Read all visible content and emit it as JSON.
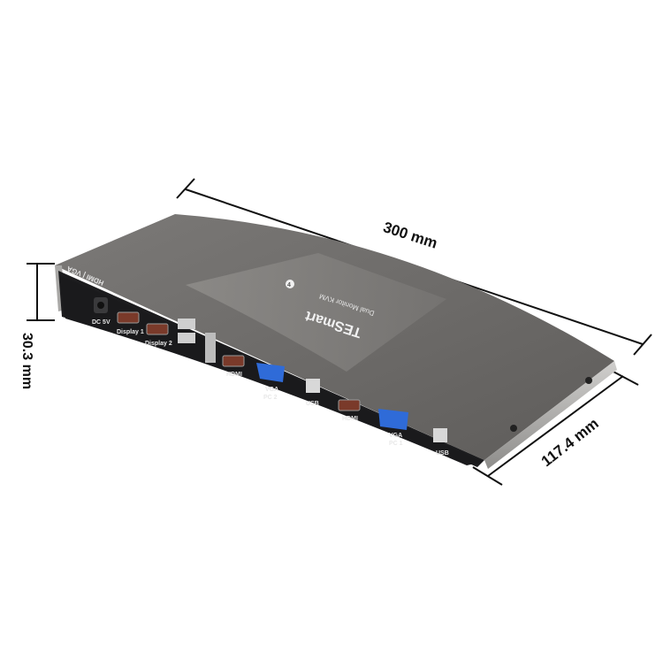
{
  "dimensions": {
    "length": "300 mm",
    "height": "30.3 mm",
    "depth": "117.4 mm"
  },
  "device": {
    "brand": "TESmart",
    "model_line": "Dual Monitor KVM",
    "badge": "4",
    "side_label": "HDMI | VGA",
    "ports": {
      "dc": "DC 5V",
      "display1": "Display 1",
      "display2": "Display 2",
      "hdmi": "HDMI",
      "vga": "VGA",
      "usb": "USB",
      "pc2": "PC 2",
      "pc1": "PC 1"
    }
  },
  "colors": {
    "top_face": "#6f6d6b",
    "top_highlight": "#8a8885",
    "front_panel": "#1c1c1e",
    "edge": "#b9b8b6",
    "vga_blue": "#2f6bd8"
  }
}
